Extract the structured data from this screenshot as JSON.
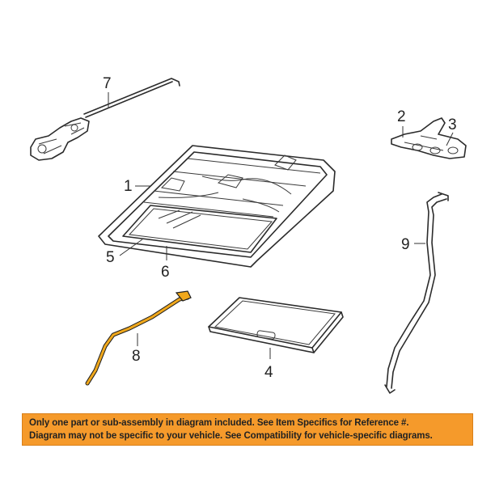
{
  "callouts": {
    "c1": "1",
    "c2": "2",
    "c3": "3",
    "c4": "4",
    "c5": "5",
    "c6": "6",
    "c7": "7",
    "c8": "8",
    "c9": "9"
  },
  "highlight_color": "#f0a81c",
  "disclaimer": {
    "line1": "Only one part or sub-assembly in diagram included. See Item Specifics for Reference #.",
    "line2": "Diagram may not be specific to your vehicle. See Compatibility for vehicle-specific diagrams.",
    "background": "#f59a2b"
  }
}
